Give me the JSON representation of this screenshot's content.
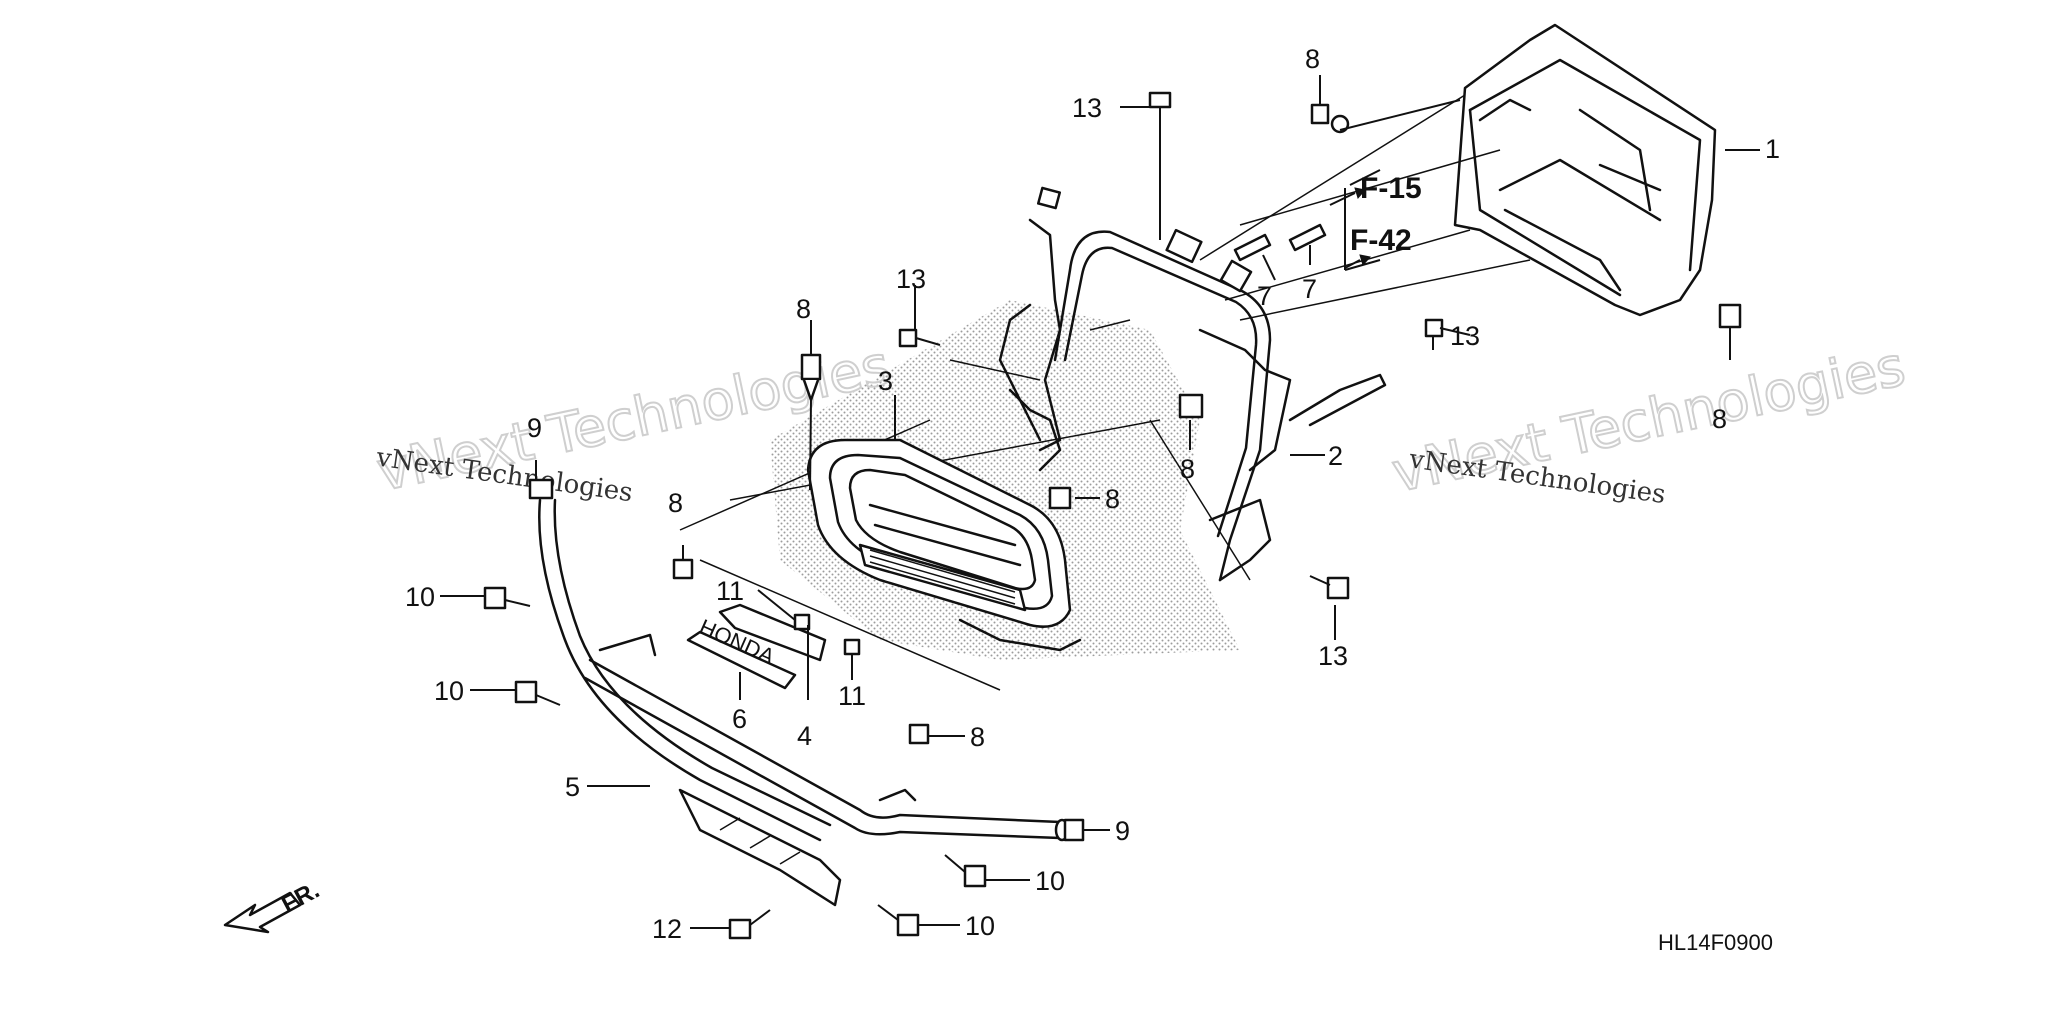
{
  "diagram": {
    "code": "HL14F0900",
    "refs": [
      "F-15",
      "F-42"
    ],
    "direction_label": "FR.",
    "watermark_logo": "vNext Technologies",
    "watermark_text": "vNext Technologies",
    "emblem_text": "HONDA",
    "callouts": [
      "1",
      "2",
      "3",
      "4",
      "5",
      "6",
      "7",
      "7",
      "8",
      "8",
      "8",
      "8",
      "8",
      "8",
      "8",
      "9",
      "9",
      "10",
      "10",
      "10",
      "10",
      "11",
      "11",
      "12",
      "13",
      "13",
      "13",
      "13"
    ]
  }
}
